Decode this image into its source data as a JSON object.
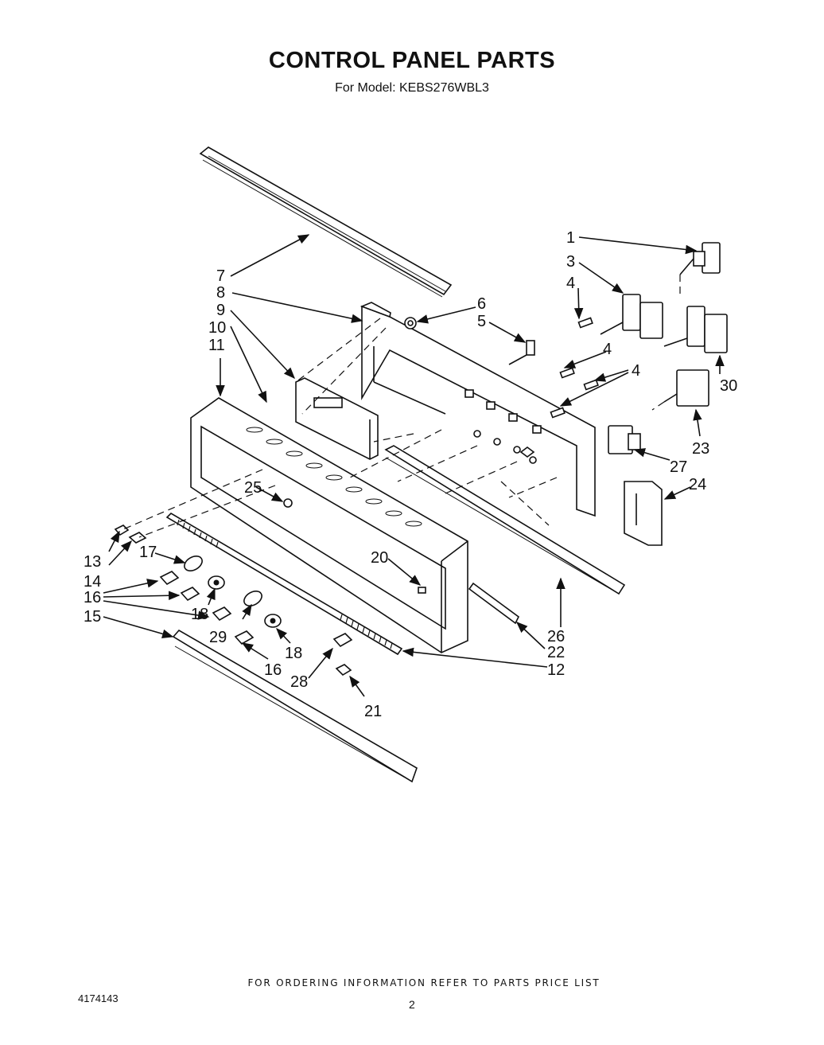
{
  "title": "CONTROL PANEL PARTS",
  "subtitle": "For Model: KEBS276WBL3",
  "footer": "FOR ORDERING INFORMATION REFER TO PARTS PRICE LIST",
  "doc_number": "4174143",
  "page_number": "2",
  "callouts": {
    "c1": "1",
    "c3": "3",
    "c4a": "4",
    "c4b": "4",
    "c4c": "4",
    "c5": "5",
    "c6": "6",
    "c7": "7",
    "c8": "8",
    "c9": "9",
    "c10": "10",
    "c11": "11",
    "c12": "12",
    "c13": "13",
    "c14": "14",
    "c15": "15",
    "c16a": "16",
    "c16b": "16",
    "c17": "17",
    "c18a": "18",
    "c18b": "18",
    "c20": "20",
    "c21": "21",
    "c22": "22",
    "c23": "23",
    "c24": "24",
    "c25": "25",
    "c26": "26",
    "c27": "27",
    "c28": "28",
    "c29": "29",
    "c30": "30"
  }
}
